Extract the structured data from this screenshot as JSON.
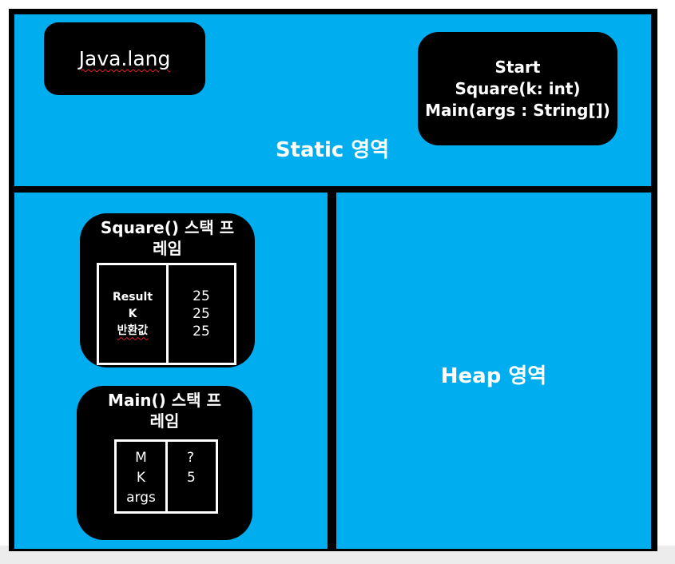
{
  "static_area": {
    "label": "Static 영역",
    "java_lang": "Java.lang",
    "methods": [
      "Start",
      "Square(k: int)",
      "Main(args : String[])"
    ]
  },
  "stack_area": {
    "square_frame": {
      "title_line1": "Square() 스택 프",
      "title_line2": "레임",
      "vars": [
        "Result",
        "K",
        "반환값"
      ],
      "values": [
        "25",
        "25",
        "25"
      ]
    },
    "main_frame": {
      "title_line1": "Main() 스택 프",
      "title_line2": "레임",
      "vars": [
        "M",
        "K",
        "args"
      ],
      "values": [
        "?",
        "5",
        ""
      ]
    }
  },
  "heap_area": {
    "label": "Heap 영역"
  },
  "colors": {
    "region_fill": "#00adef",
    "box_fill": "#000000",
    "text": "#ffffff"
  }
}
